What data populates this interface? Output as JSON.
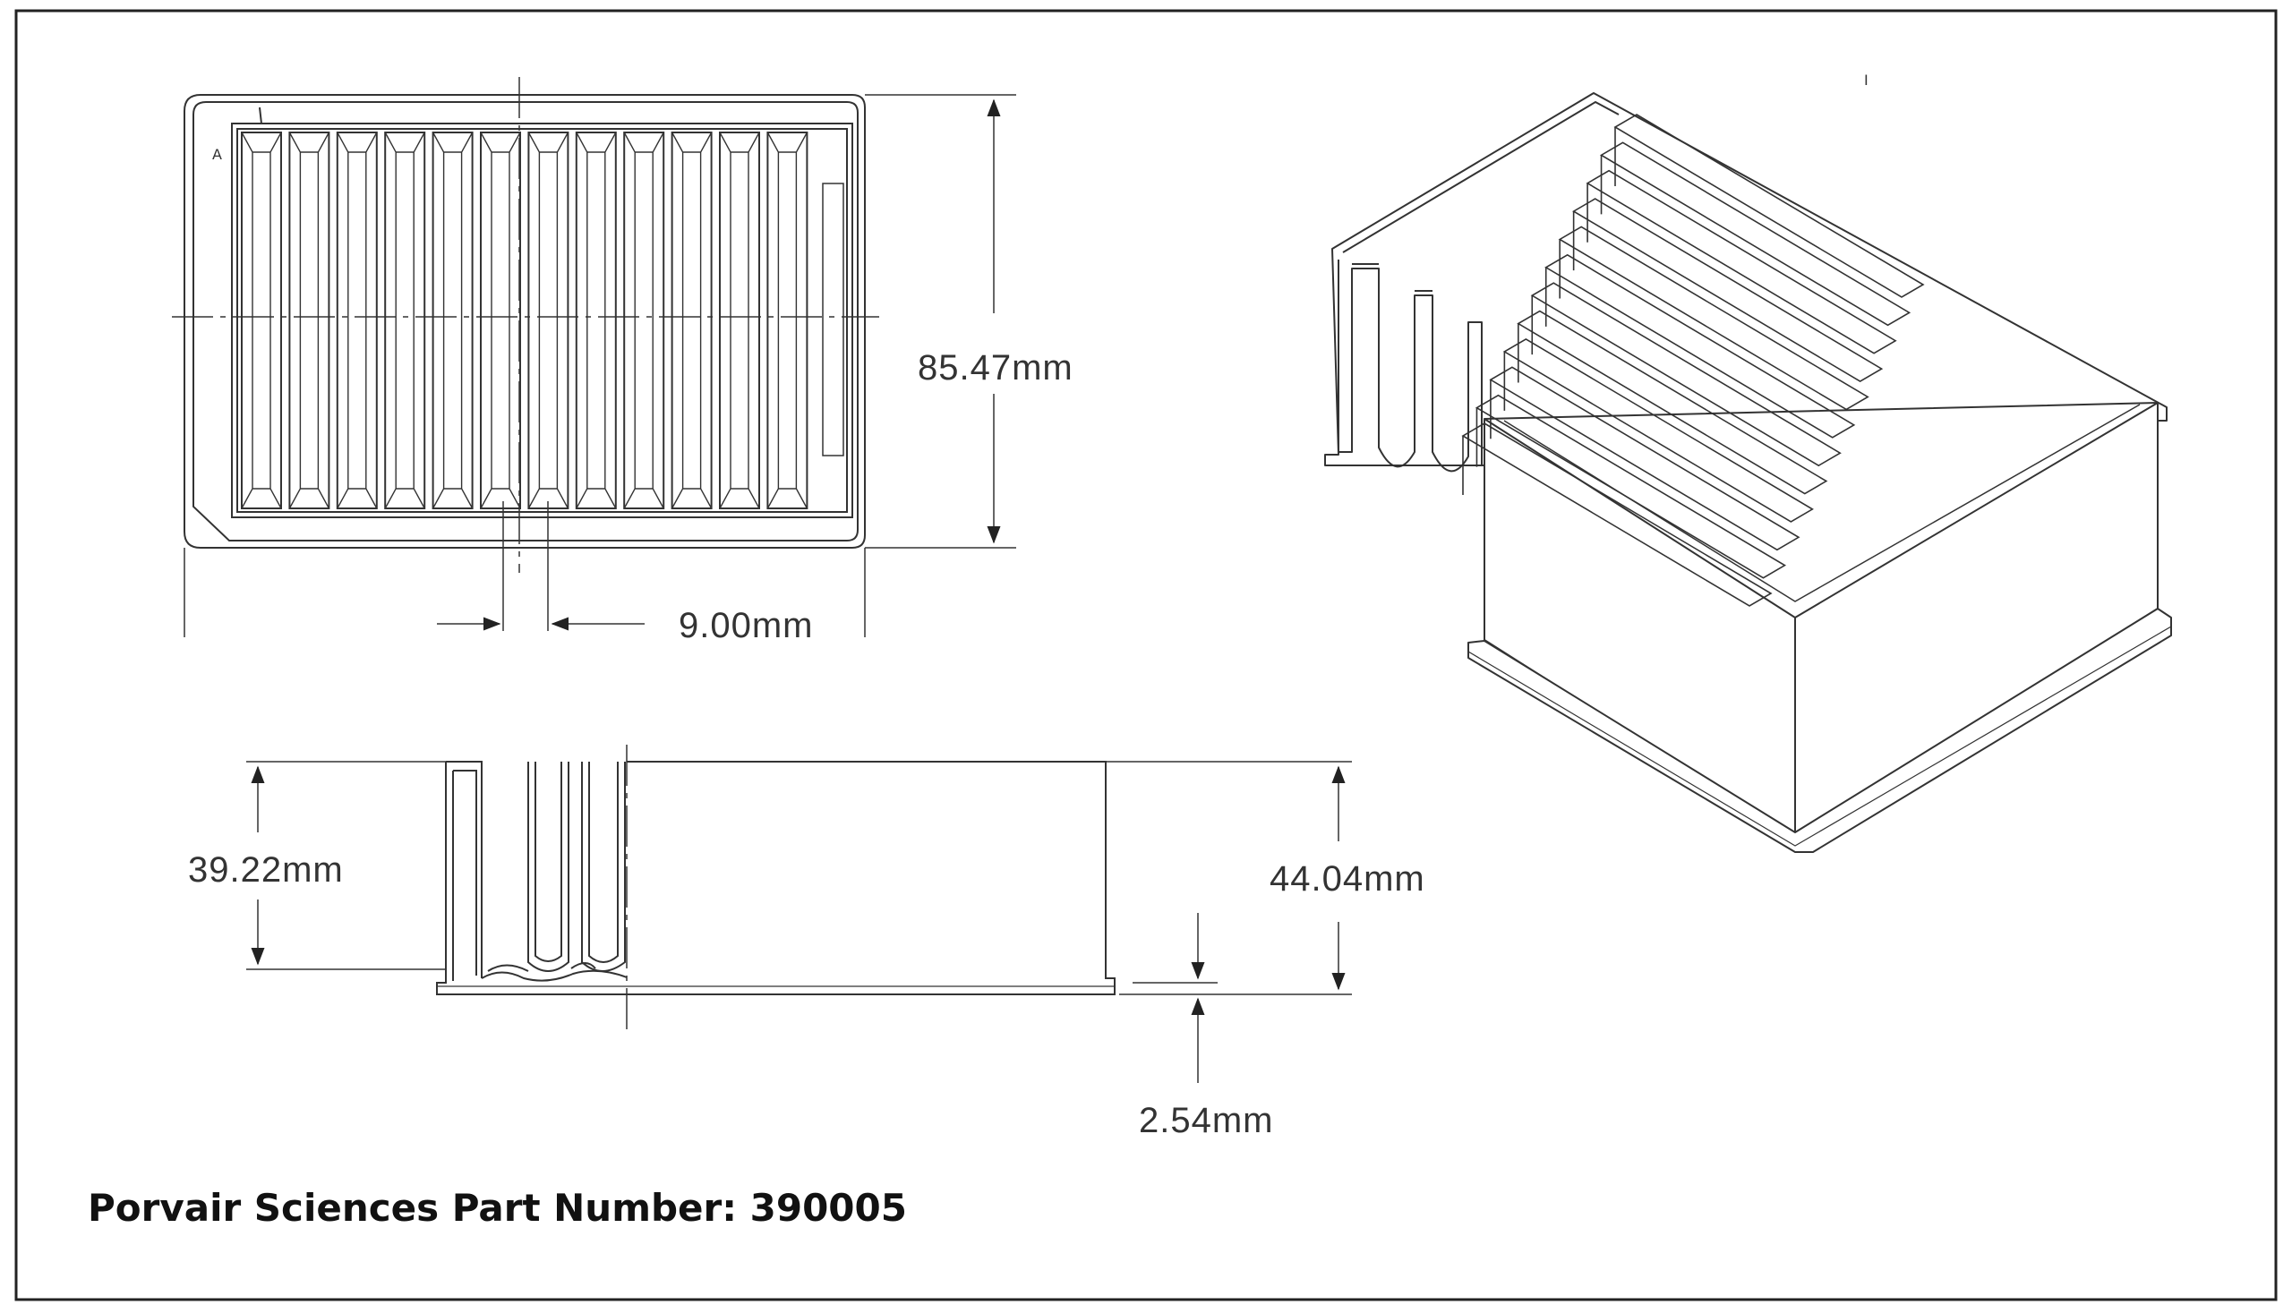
{
  "caption": "Porvair Sciences  Part Number: 390005",
  "dimensions": {
    "height_top": "85.47mm",
    "pitch": "9.00mm",
    "side_left": "39.22mm",
    "side_right": "44.04mm",
    "flange": "2.54mm"
  },
  "labels": {
    "corner_a": "A",
    "corner_mark": "1",
    "iso_mark": "I"
  },
  "columns": 12,
  "colors": {
    "line": "#333333",
    "frame": "#222222"
  }
}
